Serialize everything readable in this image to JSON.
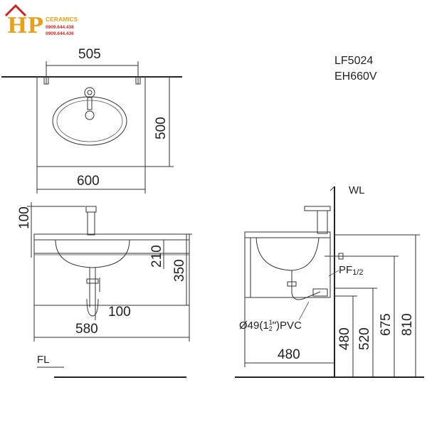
{
  "logo": {
    "mark": "HP",
    "brand": "CERAMICS",
    "phone_1": "0909.644.438",
    "phone_2": "0909.644.436",
    "colors": {
      "gold": "#e8a21a",
      "red": "#d42020"
    }
  },
  "models": {
    "basin": "LF5024",
    "cabinet": "EH660V"
  },
  "top_view": {
    "dim_width_inner": "505",
    "dim_depth": "500",
    "dim_width": "600"
  },
  "front_view": {
    "dim_faucet_height": "100",
    "dim_basin_depth": "210",
    "dim_cabinet_height": "350",
    "dim_drain_offset": "100",
    "dim_cabinet_width": "580",
    "label_floor": "FL"
  },
  "side_view": {
    "label_wall": "WL",
    "label_pf": "PF",
    "label_pf_size": "1/2",
    "label_pvc_prefix": "Ø49(1",
    "label_pvc_frac_num": "1",
    "label_pvc_frac_den": "2",
    "label_pvc_suffix": "\")PVC",
    "dim_480_vertical": "480",
    "dim_520": "520",
    "dim_675": "675",
    "dim_810": "810",
    "dim_480_horizontal": "480"
  }
}
